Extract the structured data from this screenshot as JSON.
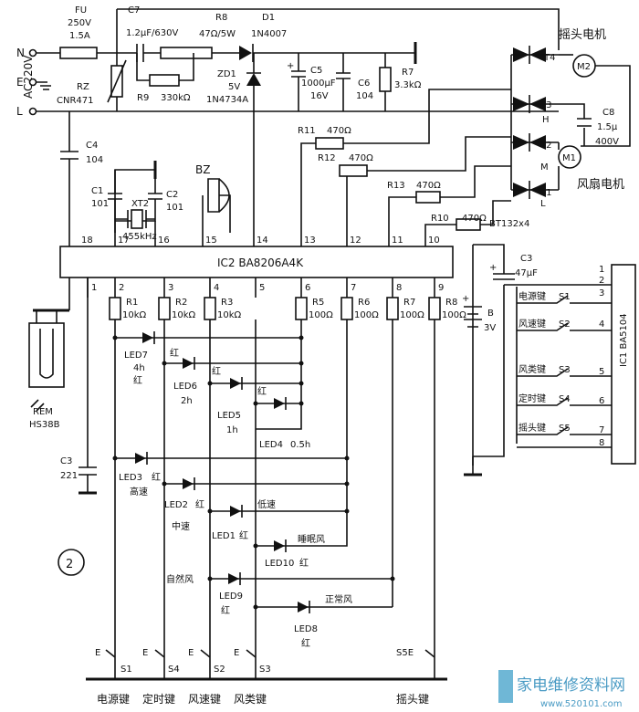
{
  "mains": {
    "label": "AC220V",
    "n": "N",
    "e": "E",
    "l": "L"
  },
  "fu": {
    "ref": "FU",
    "v": "250V",
    "a": "1.5A"
  },
  "c7": {
    "ref": "C7",
    "val": "1.2μF/630V"
  },
  "r8": {
    "ref": "R8",
    "val": "47Ω/5W"
  },
  "d1": {
    "ref": "D1",
    "val": "1N4007"
  },
  "rz": {
    "ref": "RZ",
    "val": "CNR471"
  },
  "r9": {
    "ref": "R9",
    "val": "330kΩ"
  },
  "zd1": {
    "ref": "ZD1",
    "v": "5V",
    "val": "1N4734A"
  },
  "c5": {
    "ref": "C5",
    "val": "1000μF",
    "v": "16V"
  },
  "c6": {
    "ref": "C6",
    "val": "104"
  },
  "r7": {
    "ref": "R7",
    "val": "3.3kΩ"
  },
  "c4": {
    "ref": "C4",
    "val": "104"
  },
  "c1": {
    "ref": "C1",
    "val": "101"
  },
  "c2": {
    "ref": "C2",
    "val": "101"
  },
  "xt2": {
    "ref": "XT2",
    "val": "455kHz"
  },
  "bz": {
    "ref": "BZ"
  },
  "r11": {
    "ref": "R11",
    "val": "470Ω"
  },
  "r12": {
    "ref": "R12",
    "val": "470Ω"
  },
  "r13": {
    "ref": "R13",
    "val": "470Ω"
  },
  "r10": {
    "ref": "R10",
    "val": "470Ω"
  },
  "triacs": {
    "t1": "T1",
    "t2": "T2",
    "t3": "T3",
    "t4": "T4",
    "model": "BT132x4"
  },
  "motors": {
    "m2": "M2",
    "m1": "M1",
    "swing_title": "摇头电机",
    "fan_title": "风扇电机",
    "h": "H",
    "m": "M",
    "l": "L"
  },
  "c8": {
    "ref": "C8",
    "val": "1.5μ",
    "v": "400V"
  },
  "ic2": {
    "label": "IC2  BA8206A4K",
    "pins_top": [
      "18",
      "17",
      "16",
      "15",
      "14",
      "13",
      "12",
      "11",
      "10"
    ],
    "pins_bottom": [
      "1",
      "2",
      "3",
      "4",
      "5",
      "6",
      "7",
      "8",
      "9"
    ]
  },
  "resistors_bottom": [
    {
      "ref": "R1",
      "val": "10kΩ"
    },
    {
      "ref": "R2",
      "val": "10kΩ"
    },
    {
      "ref": "R3",
      "val": "10kΩ"
    },
    {
      "ref": "R5",
      "val": "100Ω"
    },
    {
      "ref": "R6",
      "val": "100Ω"
    },
    {
      "ref": "R7",
      "val": "100Ω"
    },
    {
      "ref": "R8",
      "val": "100Ω"
    }
  ],
  "leds": {
    "led7": {
      "ref": "LED7",
      "sub": "4h",
      "color": "红"
    },
    "led6": {
      "ref": "LED6",
      "sub": "2h",
      "color": "红"
    },
    "led5": {
      "ref": "LED5",
      "sub": "1h",
      "color": "红"
    },
    "led4": {
      "ref": "LED4",
      "sub": "0.5h",
      "color": "红"
    },
    "led3": {
      "ref": "LED3",
      "color": "红",
      "name": "高速"
    },
    "led2": {
      "ref": "LED2",
      "color": "红",
      "name": "中速"
    },
    "led1": {
      "ref": "LED1",
      "color": "红",
      "name": "低速"
    },
    "led10": {
      "ref": "LED10",
      "color": "红",
      "name": "睡眠风"
    },
    "led9": {
      "ref": "LED9",
      "color": "红",
      "name": "自然风"
    },
    "led8": {
      "ref": "LED8",
      "color": "红",
      "name": "正常风"
    }
  },
  "rem": {
    "ref": "REM",
    "val": "HS38B"
  },
  "c3b": {
    "ref": "C3",
    "val": "221"
  },
  "remote": {
    "c3": {
      "ref": "C3",
      "val": "47μF"
    },
    "battery": {
      "ref": "B",
      "val": "3V"
    },
    "ic1": "IC1  BA5104",
    "pins": [
      "1",
      "2",
      "3",
      "4",
      "5",
      "6",
      "7",
      "8"
    ],
    "keys": [
      {
        "name": "电源键",
        "s": "S1"
      },
      {
        "name": "风速键",
        "s": "S2"
      },
      {
        "name": "风类键",
        "s": "S3"
      },
      {
        "name": "定时键",
        "s": "S4"
      },
      {
        "name": "摇头键",
        "s": "S5"
      }
    ]
  },
  "switches": {
    "s1": "S1",
    "s4": "S4",
    "s2": "S2",
    "s3": "S3",
    "s5": "S5",
    "e": "E",
    "s5e": "S5E"
  },
  "bottom_labels": [
    "电源键",
    "定时键",
    "风速键",
    "风类键",
    "摇头键"
  ],
  "figure_number": "2",
  "watermark": {
    "text": "家电维修资料网",
    "url": "www.520101.com"
  }
}
